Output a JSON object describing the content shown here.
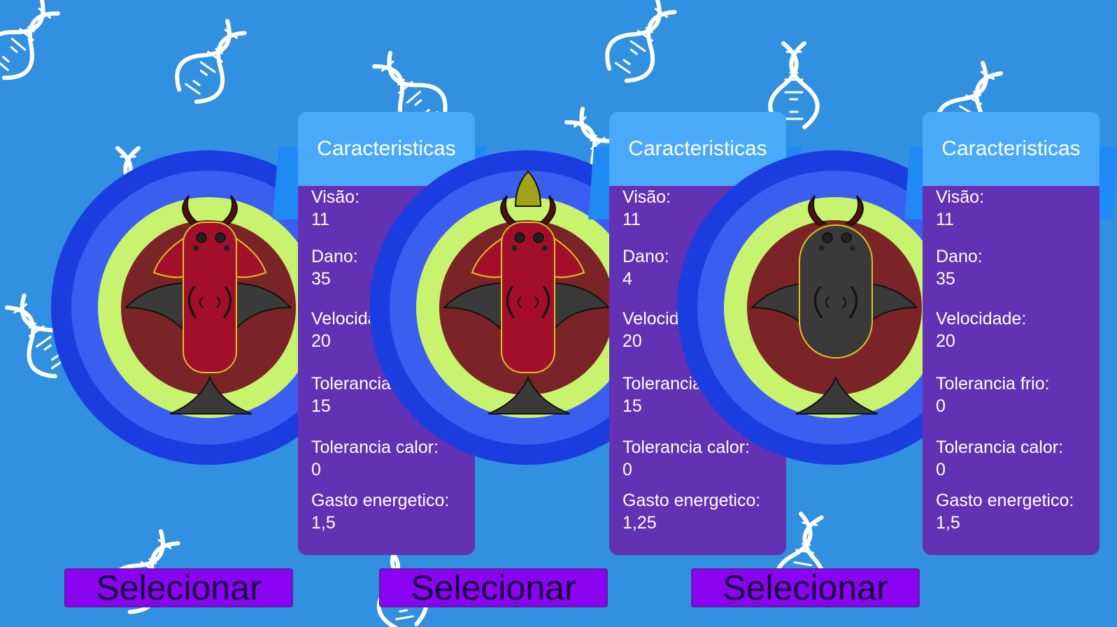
{
  "background_color": "#3290e0",
  "decorations": {
    "icon": "dna-icon"
  },
  "creatures": [
    {
      "header": "Caracteristicas",
      "body_color": "#a30f2b",
      "head_spike": false,
      "stats": [
        {
          "label": "Visão:",
          "value": "11"
        },
        {
          "label": "Dano:",
          "value": "35"
        },
        {
          "label": "Velocidade:",
          "value": "20"
        },
        {
          "label": "Tolerancia frio:",
          "value": "15"
        },
        {
          "label": "Tolerancia calor:",
          "value": "0"
        },
        {
          "label": "Gasto energetico:",
          "value": "1,5"
        }
      ],
      "button": "Selecionar"
    },
    {
      "header": "Caracteristicas",
      "body_color": "#a30f2b",
      "head_spike": true,
      "stats": [
        {
          "label": "Visão:",
          "value": "11"
        },
        {
          "label": "Dano:",
          "value": "4"
        },
        {
          "label": "Velocidade:",
          "value": "20"
        },
        {
          "label": "Tolerancia frio:",
          "value": "15"
        },
        {
          "label": "Tolerancia calor:",
          "value": "0"
        },
        {
          "label": "Gasto energetico:",
          "value": "1,25"
        }
      ],
      "button": "Selecionar"
    },
    {
      "header": "Caracteristicas",
      "body_color": "#3a3a3a",
      "head_spike": false,
      "stats": [
        {
          "label": "Visão:",
          "value": "11"
        },
        {
          "label": "Dano:",
          "value": "35"
        },
        {
          "label": "Velocidade:",
          "value": "20"
        },
        {
          "label": "Tolerancia frio:",
          "value": "0"
        },
        {
          "label": "Tolerancia calor:",
          "value": "0"
        },
        {
          "label": "Gasto energetico:",
          "value": "1,5"
        }
      ],
      "button": "Selecionar"
    }
  ]
}
